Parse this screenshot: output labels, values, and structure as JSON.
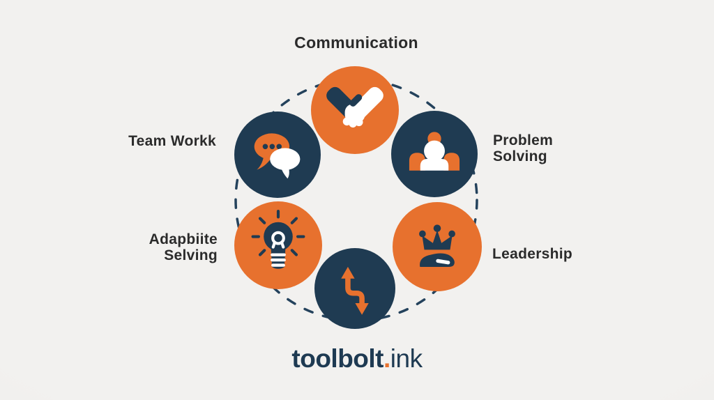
{
  "palette": {
    "orange": "#E7712E",
    "navy": "#1F3B52",
    "text": "#2B2B2B",
    "logo": "#1E3A52",
    "dash": "#24425C",
    "bg": "#F0EFED"
  },
  "diagram": {
    "type": "circular-skills-infographic",
    "ring_style": "dashed"
  },
  "nodes": [
    {
      "id": "communication",
      "icon": "handshake-icon",
      "circle_color": "orange",
      "label_position": "top",
      "label_lines": [
        "Communication"
      ]
    },
    {
      "id": "team-work",
      "icon": "chat-bubbles-icon",
      "circle_color": "navy",
      "label_position": "left",
      "label_lines": [
        "Team Workk"
      ]
    },
    {
      "id": "problem-solving",
      "icon": "people-group-icon",
      "circle_color": "navy",
      "label_position": "right",
      "label_lines": [
        "Problem",
        "Solving"
      ]
    },
    {
      "id": "adaptability",
      "icon": "lightbulb-icon",
      "circle_color": "orange",
      "label_position": "left",
      "label_lines": [
        "Adapbiite",
        "Selving"
      ]
    },
    {
      "id": "leadership",
      "icon": "crown-icon",
      "circle_color": "orange",
      "label_position": "right",
      "label_lines": [
        "Leadership"
      ]
    },
    {
      "id": "change-arrows",
      "icon": "zigzag-arrows-icon",
      "circle_color": "navy",
      "label_position": "none",
      "label_lines": []
    }
  ],
  "logo": {
    "name": "toolbolt",
    "dot": ".",
    "tld": "ink"
  }
}
